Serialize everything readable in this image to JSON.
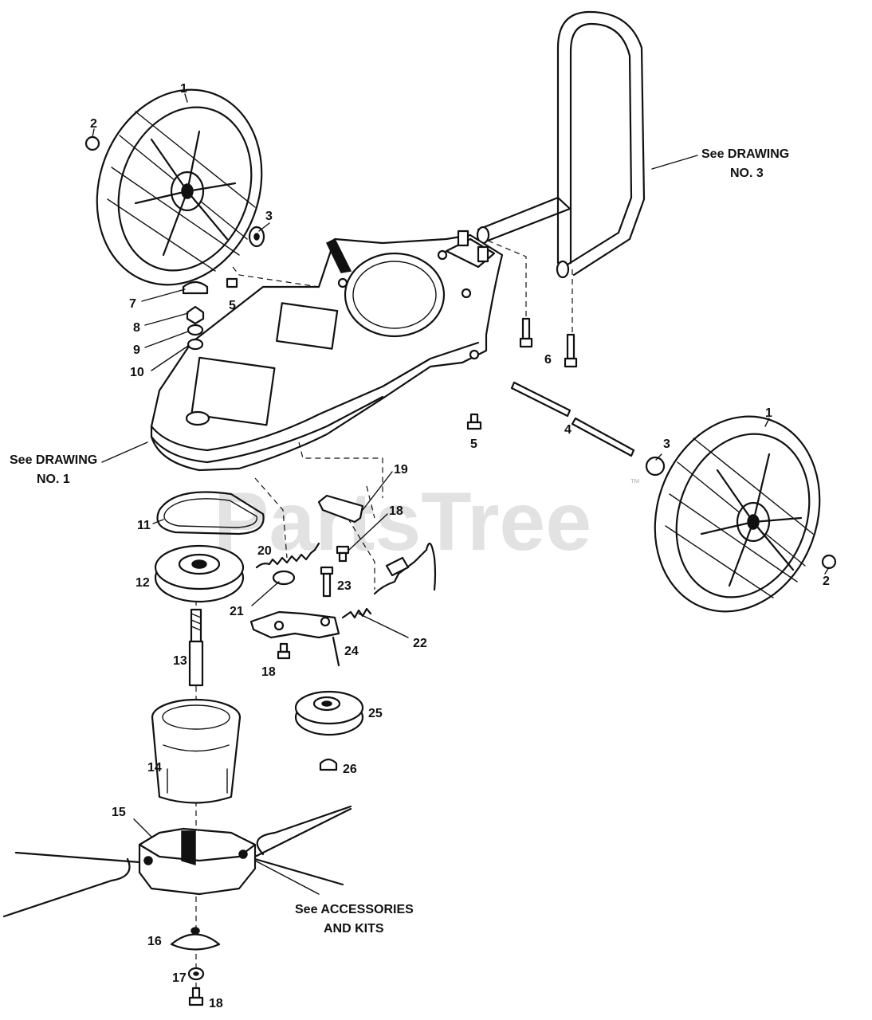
{
  "watermark": {
    "text": "PartsTree",
    "trademark": "™"
  },
  "notes": {
    "drawing3": [
      "See DRAWING",
      "NO. 3"
    ],
    "drawing1": [
      "See DRAWING",
      "NO. 1"
    ],
    "accessories": [
      "See ACCESSORIES",
      "AND KITS"
    ]
  },
  "callouts": {
    "c1a": "1",
    "c2a": "2",
    "c3a": "3",
    "c5a": "5",
    "c7": "7",
    "c8": "8",
    "c9": "9",
    "c10": "10",
    "c6": "6",
    "c5b": "5",
    "c4": "4",
    "c3b": "3",
    "c1b": "1",
    "c2b": "2",
    "c19": "19",
    "c18a": "18",
    "c11": "11",
    "c20": "20",
    "c12": "12",
    "c23": "23",
    "c21": "21",
    "c22": "22",
    "c13": "13",
    "c24": "24",
    "c18b": "18",
    "c25": "25",
    "c14": "14",
    "c26": "26",
    "c15": "15",
    "c16": "16",
    "c17": "17",
    "c18c": "18"
  }
}
